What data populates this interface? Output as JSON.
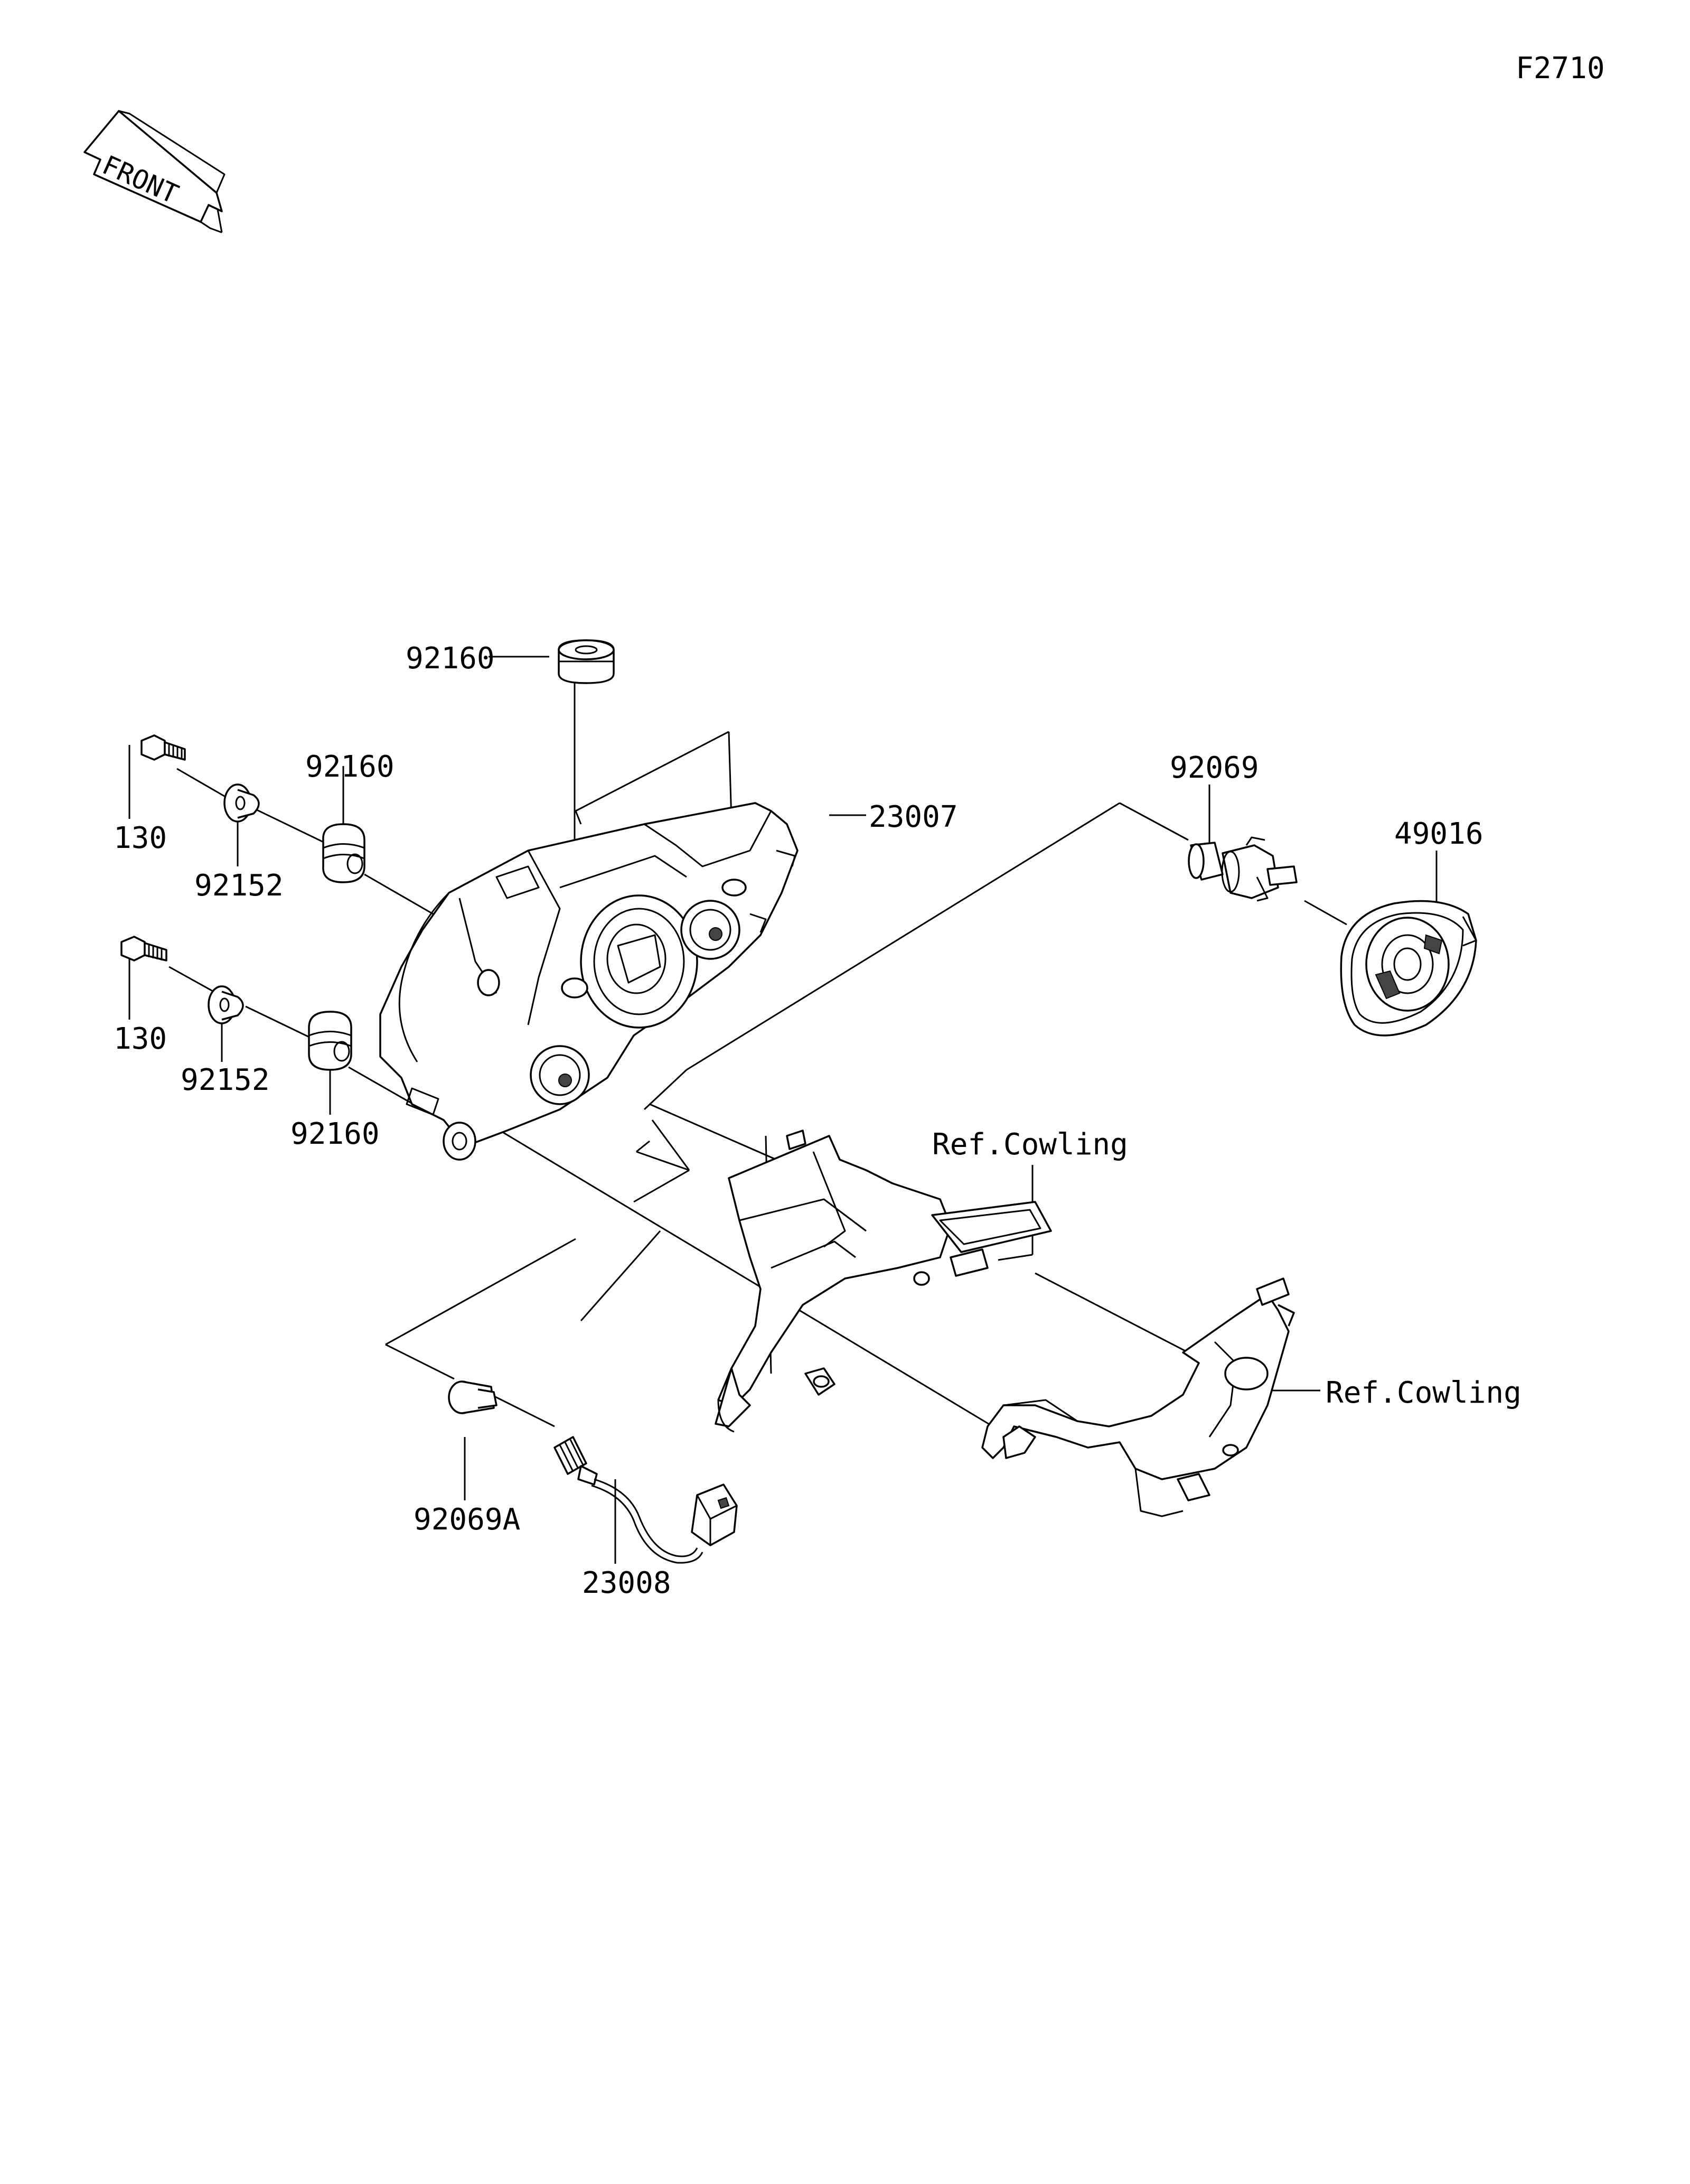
{
  "figure_code": "F2710",
  "front_label": "FRONT",
  "callouts": {
    "grommet_top": "92160",
    "bolt_upper": "130",
    "collar_upper": "92152",
    "grommet_upper": "92160",
    "bolt_lower": "130",
    "collar_lower": "92152",
    "grommet_lower": "92160",
    "headlamp": "23007",
    "bulb_main": "92069",
    "cap": "49016",
    "ref_cowling_1": "Ref.Cowling",
    "ref_cowling_2": "Ref.Cowling",
    "bulb_small": "92069A",
    "socket": "23008"
  }
}
